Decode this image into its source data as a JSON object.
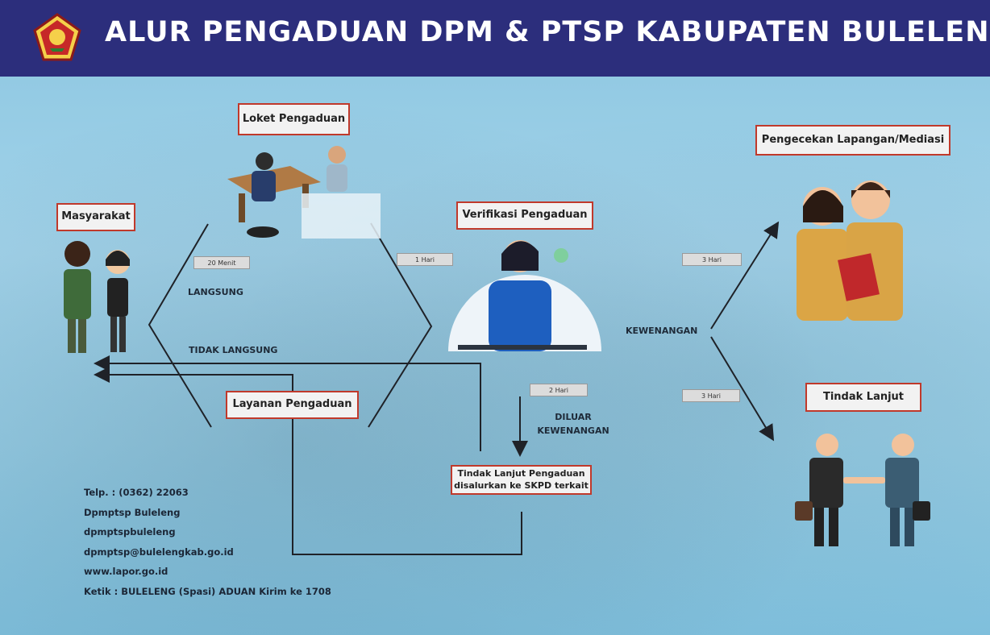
{
  "title": "ALUR PENGADUAN DPM & PTSP KABUPATEN BULELENG",
  "nodes": {
    "masyarakat": "Masyarakat",
    "loket": "Loket Pengaduan",
    "layanan": "Layanan Pengaduan",
    "verifikasi": "Verifikasi Pengaduan",
    "pengecekan": "Pengecekan Lapangan/Mediasi",
    "tindak_lanjut": "Tindak Lanjut",
    "tindak_skpd": "Tindak Lanjut Pengaduan disalurkan ke SKPD terkait"
  },
  "durations": {
    "d20": "20 Menit",
    "d1": "1 Hari",
    "d3a": "3 Hari",
    "d3b": "3 Hari",
    "d2": "2 Hari"
  },
  "labels": {
    "langsung": "LANGSUNG",
    "tidak_langsung": "TIDAK LANGSUNG",
    "kewenangan": "KEWENANGAN",
    "diluar_kewenangan": "DILUAR KEWENANGAN"
  },
  "contact": [
    "Telp. : (0362) 22063",
    "Dpmptsp Buleleng",
    "dpmptspbuleleng",
    "dpmptsp@bulelengkab.go.id",
    "www.lapor.go.id",
    "Ketik : BULELENG (Spasi) ADUAN Kirim ke 1708"
  ],
  "colors": {
    "header": "#2c2e7c",
    "background": "#9fd1e8",
    "box_border": "#c0392b",
    "line": "#1f2228"
  }
}
